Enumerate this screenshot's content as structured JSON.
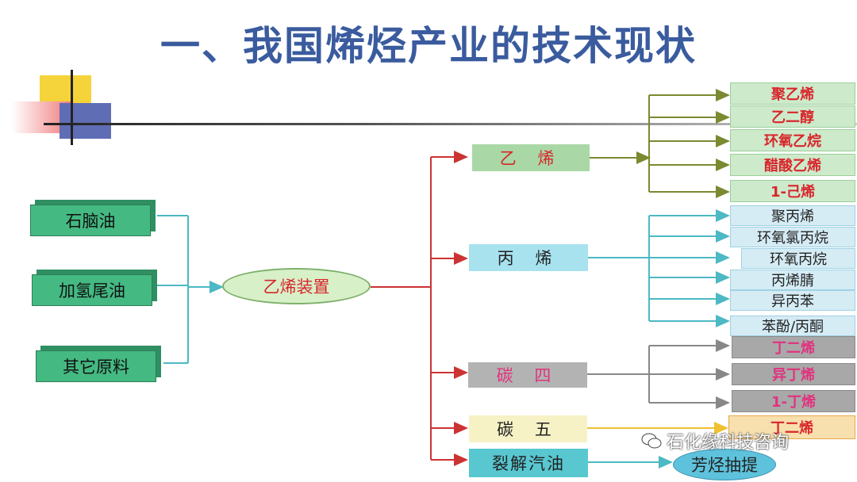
{
  "title": "一、我国烯烃产业的技术现状",
  "sources": [
    "石脑油",
    "加氢尾油",
    "其它原料"
  ],
  "unit": "乙烯装置",
  "streams": {
    "ethylene": "乙 烯",
    "propylene": "丙 烯",
    "c4": "碳 四",
    "c5": "碳 五",
    "pygas": "裂解汽油"
  },
  "ethylene_products": [
    "聚乙烯",
    "乙二醇",
    "环氧乙烷",
    "醋酸乙烯",
    "1-己烯"
  ],
  "propylene_products": [
    "聚丙烯",
    "环氧氯丙烷",
    "环氧丙烷",
    "丙烯腈",
    "异丙苯",
    "苯酚/丙酮"
  ],
  "c4_products": [
    "丁二烯",
    "异丁烯",
    "1-丁烯"
  ],
  "c5_product": "丁二烯",
  "aromatics": "芳烃抽提",
  "watermark": "石化缘科技咨询",
  "colors": {
    "title": "#3a5b9e",
    "source_green": "#44b982",
    "teal_line": "#4cb9c4",
    "red_line": "#cc3333",
    "olive_line": "#7a8a30",
    "gray_line": "#888888",
    "yellow_line": "#f0c030"
  }
}
